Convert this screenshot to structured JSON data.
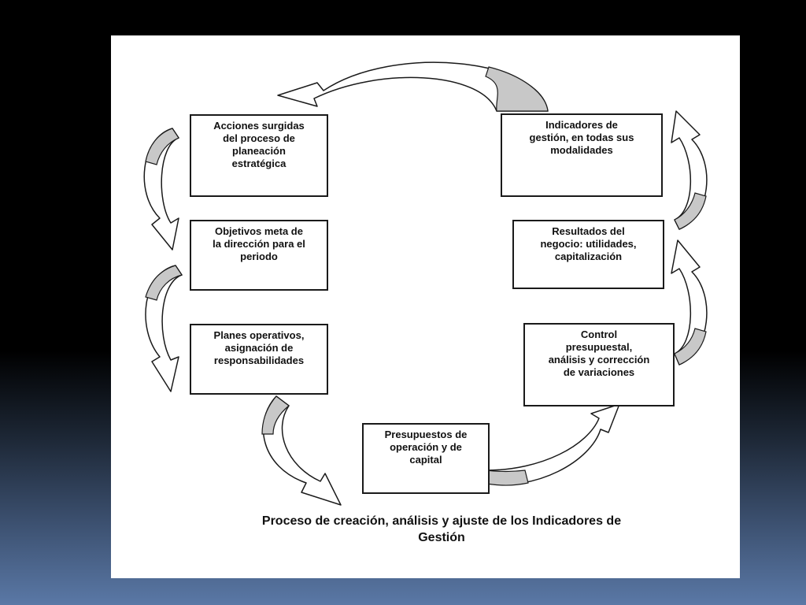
{
  "diagram": {
    "boxes": {
      "acciones": "Acciones surgidas\ndel proceso de\nplaneación\nestratégica",
      "objetivos": "Objetivos meta de\nla dirección para el\nperiodo",
      "planes": "Planes operativos,\nasignación de\nresponsabilidades",
      "presupuestos": "Presupuestos de\noperación y de\ncapital",
      "control": "Control\npresupuestal,\nanálisis y corrección\nde variaciones",
      "resultados": "Resultados del\nnegocio: utilidades,\ncapitalización",
      "indicadores": "Indicadores de\ngestión, en todas sus\nmodalidades"
    },
    "caption": "Proceso de creación, análisis y ajuste de los Indicadores de\nGestión"
  },
  "colors": {
    "background_top": "#000000",
    "background_bottom": "#5a78a6",
    "panel": "#ffffff",
    "arrow_shade": "#c8c8c8",
    "text": "#111111"
  },
  "icons": {
    "arrows": "curved-arrow-icon"
  }
}
